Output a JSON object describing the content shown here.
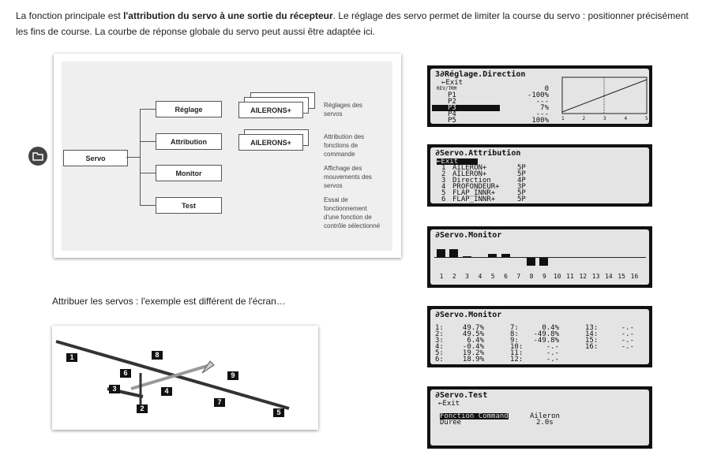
{
  "intro": {
    "p1": "La fonction principale est ",
    "bold": "l'attribution du servo à une sortie du récepteur",
    "p2": ". Le réglage des servo permet de limiter la course du servo : positionner précisément les fins de course. La courbe de réponse globale du servo peut aussi être adaptée ici."
  },
  "diagram": {
    "root": "Servo",
    "items": [
      {
        "label": "Réglage",
        "sub": "AILERONS+",
        "desc": "Réglages des servos"
      },
      {
        "label": "Attribution",
        "sub": "AILERONS+",
        "desc": "Attribution des fonctions de commande"
      },
      {
        "label": "Monitor",
        "desc": "Affichage des mouvements des servos"
      },
      {
        "label": "Test",
        "desc": "Essai de fonctionnement d'une fonction de contrôle sélectionné"
      }
    ],
    "icon": "folder-icon"
  },
  "caption": "Attribuer les servos : l'exemple est différent de l'écran…",
  "plane_labels": [
    "1",
    "2",
    "3",
    "4",
    "5",
    "6",
    "7",
    "8",
    "9"
  ],
  "screens": {
    "reglage": {
      "title": "3∂Réglage.Direction",
      "exit": "←Exit",
      "rows": [
        [
          "REV/TRM",
          "0"
        ],
        [
          "P1",
          "-100%"
        ],
        [
          "P2",
          "---"
        ],
        [
          "P3",
          "7%"
        ],
        [
          "P4",
          "---"
        ],
        [
          "P5",
          "100%"
        ]
      ],
      "axis": [
        "1",
        "2",
        "3",
        "4",
        "5"
      ]
    },
    "attribution": {
      "title": "∂Servo.Attribution",
      "exit": "←Exit",
      "rows": [
        [
          "1",
          "AILERON+",
          "5P"
        ],
        [
          "2",
          "AILERON+",
          "5P"
        ],
        [
          "3",
          "Direction",
          "4P"
        ],
        [
          "4",
          "PROFONDEUR+",
          "3P"
        ],
        [
          "5",
          "FLAP_INNR+",
          "5P"
        ],
        [
          "6",
          "FLAP_INNR+",
          "5P"
        ]
      ]
    },
    "monitor_bars": {
      "title": "∂Servo.Monitor",
      "channels": [
        "1",
        "2",
        "3",
        "4",
        "5",
        "6",
        "7",
        "8",
        "9",
        "10",
        "11",
        "12",
        "13",
        "14",
        "15",
        "16"
      ],
      "values": [
        49.7,
        49.5,
        6.4,
        -0.4,
        19.2,
        18.9,
        0.4,
        -49.8,
        -49.8,
        0,
        0,
        0,
        0,
        0,
        0,
        0
      ]
    },
    "monitor_values": {
      "title": "∂Servo.Monitor",
      "cols": [
        [
          [
            "1:",
            "49.7%"
          ],
          [
            "2:",
            "49.5%"
          ],
          [
            "3:",
            "6.4%"
          ],
          [
            "4:",
            "-0.4%"
          ],
          [
            "5:",
            "19.2%"
          ],
          [
            "6:",
            "18.9%"
          ]
        ],
        [
          [
            "7:",
            "0.4%"
          ],
          [
            "8:",
            "-49.8%"
          ],
          [
            "9:",
            "-49.8%"
          ],
          [
            "10:",
            "-.-"
          ],
          [
            "11:",
            "-.-"
          ],
          [
            "12:",
            "-.-"
          ]
        ],
        [
          [
            "13:",
            "-.-"
          ],
          [
            "14:",
            "-.-"
          ],
          [
            "15:",
            "-.-"
          ],
          [
            "16:",
            "-.-"
          ]
        ]
      ]
    },
    "test": {
      "title": "∂Servo.Test",
      "exit": "←Exit",
      "rows": [
        [
          "Fonction Command",
          "Aileron"
        ],
        [
          "Durée",
          "2.0s"
        ]
      ]
    }
  }
}
